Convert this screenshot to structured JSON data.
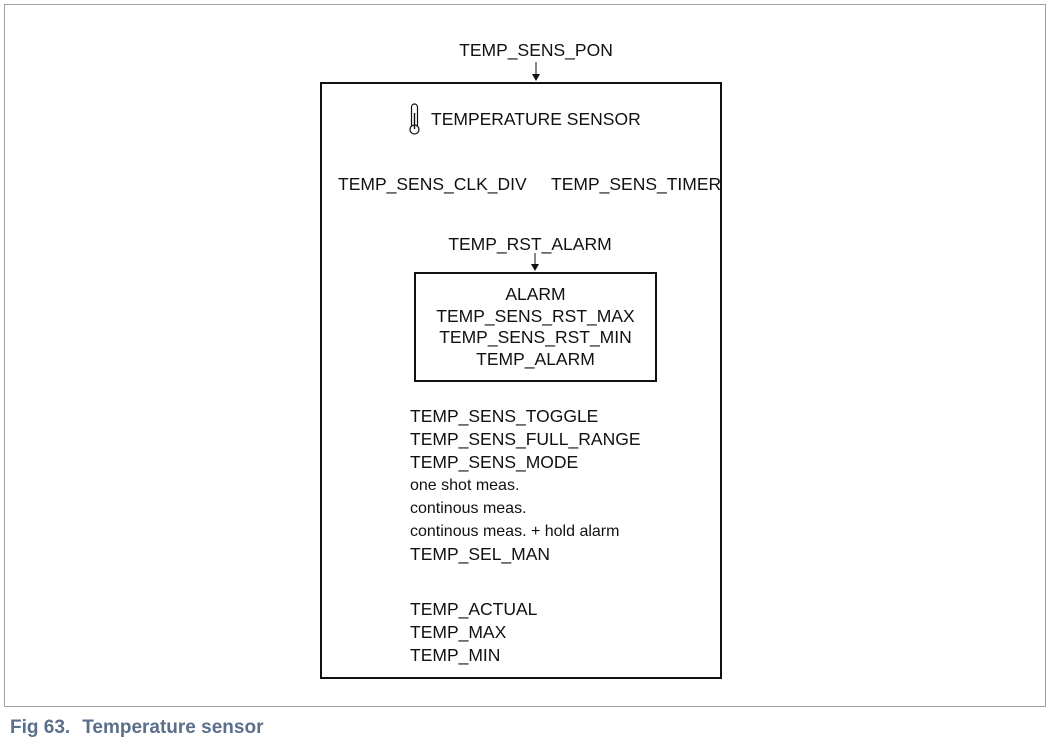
{
  "diagram": {
    "top_input": "TEMP_SENS_PON",
    "sensor_title": "TEMPERATURE SENSOR",
    "clk_div": "TEMP_SENS_CLK_DIV",
    "timer": "TEMP_SENS_TIMER",
    "alarm_input": "TEMP_RST_ALARM",
    "alarm_block": [
      "ALARM",
      "TEMP_SENS_RST_MAX",
      "TEMP_SENS_RST_MIN",
      "TEMP_ALARM"
    ],
    "mode_group": [
      {
        "text": "TEMP_SENS_TOGGLE",
        "style": "big"
      },
      {
        "text": "TEMP_SENS_FULL_RANGE",
        "style": "big"
      },
      {
        "text": "TEMP_SENS_MODE",
        "style": "big"
      },
      {
        "text": "one shot meas.",
        "style": "sm"
      },
      {
        "text": "continous meas.",
        "style": "sm"
      },
      {
        "text": "continous meas. + hold alarm",
        "style": "sm"
      },
      {
        "text": "TEMP_SEL_MAN",
        "style": "big"
      }
    ],
    "output_group": [
      "TEMP_ACTUAL",
      "TEMP_MAX",
      "TEMP_MIN"
    ],
    "thermometer_icon": "thermometer-icon"
  },
  "caption": {
    "number": "Fig 63.",
    "title": "Temperature sensor",
    "color": "#5b6f8b"
  }
}
